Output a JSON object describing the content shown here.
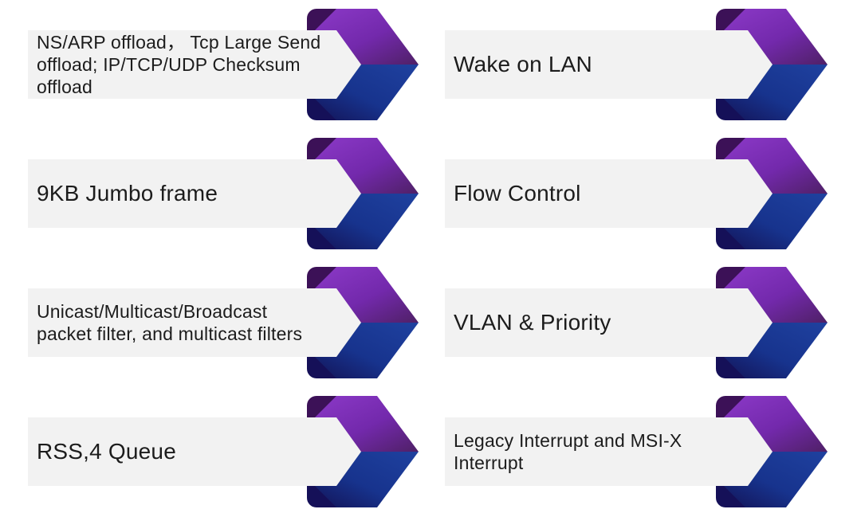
{
  "slide": {
    "background": "#ffffff"
  },
  "colors": {
    "bar_bg": "#f2f2f2",
    "text": "#1c1c1c",
    "purple_bright": "#8d3ac9",
    "purple_mid": "#7329ac",
    "purple_dark": "#4f2066",
    "blue_bright": "#1f419f",
    "blue_mid": "#17338d",
    "blue_dark": "#131153",
    "spine_purple": "#3c1157",
    "spine_navy": "#151058"
  },
  "icons": {
    "arrow": "chevron-ribbon-arrow"
  },
  "features": {
    "left": [
      {
        "label": "NS/ARP offload， Tcp Large Send offload; IP/TCP/UDP Checksum offload"
      },
      {
        "label": "9KB Jumbo frame"
      },
      {
        "label": "Unicast/Multicast/Broadcast packet filter, and multicast filters"
      },
      {
        "label": "RSS,4 Queue"
      }
    ],
    "right": [
      {
        "label": "Wake on LAN"
      },
      {
        "label": "Flow Control"
      },
      {
        "label": "VLAN & Priority"
      },
      {
        "label": "Legacy Interrupt and MSI-X Interrupt"
      }
    ]
  }
}
